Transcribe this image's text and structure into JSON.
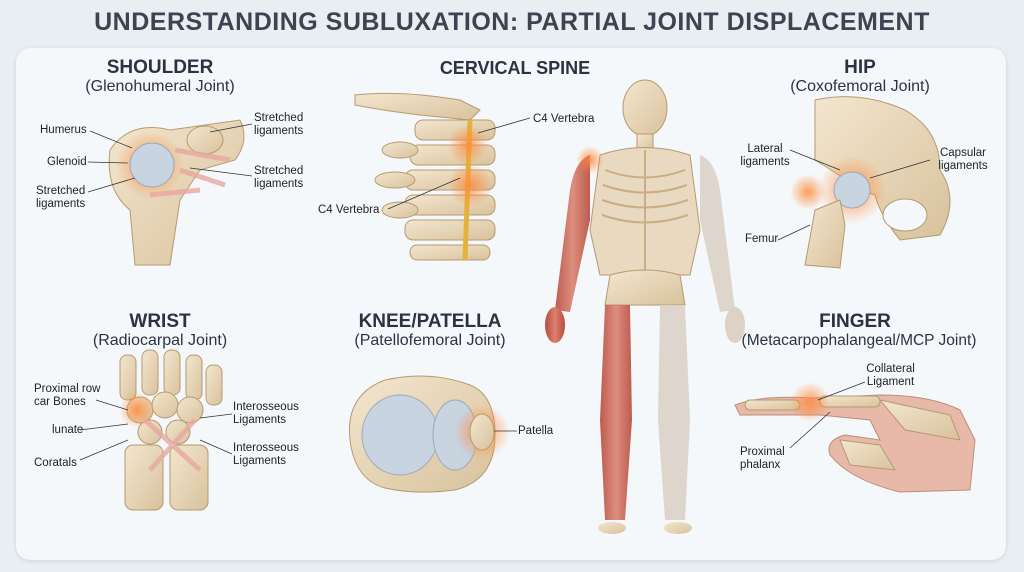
{
  "title": "UNDERSTANDING SUBLUXATION: PARTIAL JOINT DISPLACEMENT",
  "sections": {
    "shoulder": {
      "heading": "SHOULDER",
      "subtitle": "(Glenohumeral Joint)",
      "labels": {
        "humerus": "Humerus",
        "glenoid": "Glenoid",
        "stretched_left": "Stretched ligaments",
        "stretched_top": "Stretched ligaments",
        "stretched_mid": "Stretched ligaments"
      }
    },
    "cervical": {
      "heading": "CERVICAL SPINE",
      "labels": {
        "c4_right": "C4 Vertebra",
        "c4_left": "C4 Vertebra"
      }
    },
    "hip": {
      "heading": "HIP",
      "subtitle": "(Coxofemoral Joint)",
      "labels": {
        "lateral": "Lateral ligaments",
        "capsular": "Capsular ligaments",
        "femur": "Femur"
      }
    },
    "wrist": {
      "heading": "WRIST",
      "subtitle": "(Radiocarpal Joint)",
      "labels": {
        "proximal_row": "Proximal row car Bones",
        "lunate": "lunate",
        "coratals": "Coratals",
        "interosseous_1": "Interosseous Ligaments",
        "interosseous_2": "Interosseous Ligaments"
      }
    },
    "knee": {
      "heading": "KNEE/PATELLA",
      "subtitle": "(Patellofemoral Joint)",
      "labels": {
        "patella": "Patella"
      }
    },
    "finger": {
      "heading": "FINGER",
      "subtitle": "(Metacarpophalangeal/MCP Joint)",
      "labels": {
        "collateral": "Collateral Ligament",
        "proximal_phalanx": "Proximal phalanx"
      }
    }
  }
}
